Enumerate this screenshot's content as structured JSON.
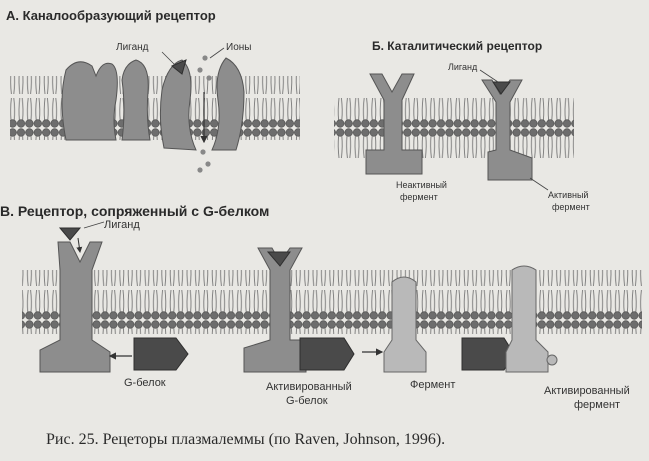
{
  "panel_a": {
    "title": "А. Каналообразующий рецептор",
    "ligand_label": "Лиганд",
    "ions_label": "Ионы"
  },
  "panel_b": {
    "title": "Б. Каталитический рецептор",
    "ligand_label": "Лиганд",
    "inactive_enzyme_label": [
      "Неактивный",
      "фермент"
    ],
    "active_enzyme_label": [
      "Активный",
      "фермент"
    ]
  },
  "panel_c": {
    "title": "В. Рецептор, сопряженный с G-белком",
    "ligand_label": "Лиганд",
    "g_protein_label": "G-белок",
    "activated_g_protein_label": [
      "Активированный",
      "G-белок"
    ],
    "enzyme_label": "Фермент",
    "activated_enzyme_label": [
      "Активированный",
      "фермент"
    ]
  },
  "caption": "Рис. 25. Рецеторы плазмалеммы (по Raven, Johnson, 1996).",
  "colors": {
    "background": "#e9e8e4",
    "membrane_head": "#6f6f6f",
    "protein": "#8d8d8d",
    "protein_dark": "#4a4a4a"
  }
}
